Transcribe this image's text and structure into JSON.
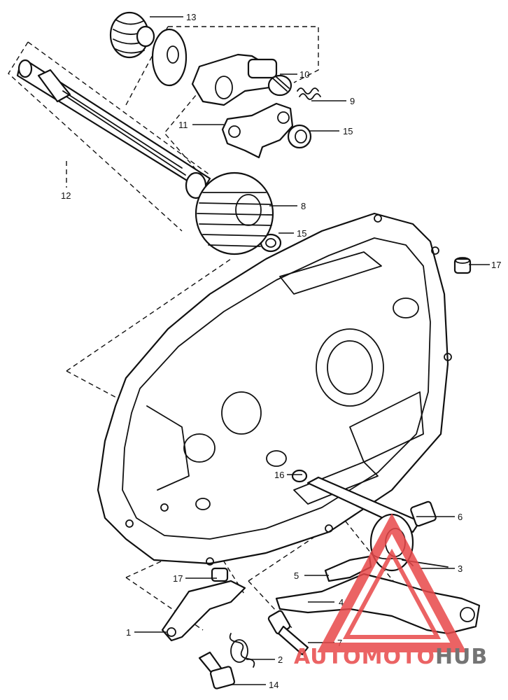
{
  "diagram": {
    "part_labels": [
      "1",
      "2",
      "3",
      "4",
      "5",
      "6",
      "7",
      "8",
      "9",
      "10",
      "11",
      "12",
      "13",
      "14",
      "15",
      "15",
      "16",
      "17",
      "17"
    ]
  },
  "watermark": {
    "text_auto": "AUTO",
    "text_moto": "MOTO",
    "text_hub": "HUB",
    "color_red": "#e8484a",
    "color_gray": "#5c5c5c"
  }
}
